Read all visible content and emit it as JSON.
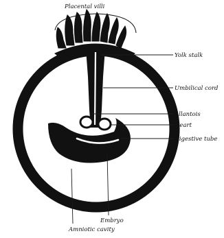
{
  "figure": {
    "labels": {
      "placental_villi": "Placental villi",
      "yolk_stalk": "Yolk stalk",
      "umbilical_cord": "Umbilical cord",
      "allantois": "Allantois",
      "heart": "Heart",
      "digestive_tube": "Digestive tube",
      "embryo": "Embryo",
      "amniotic_cavity": "Amniotic cavity"
    },
    "colors": {
      "ink": "#111111",
      "paper": "#ffffff"
    }
  }
}
